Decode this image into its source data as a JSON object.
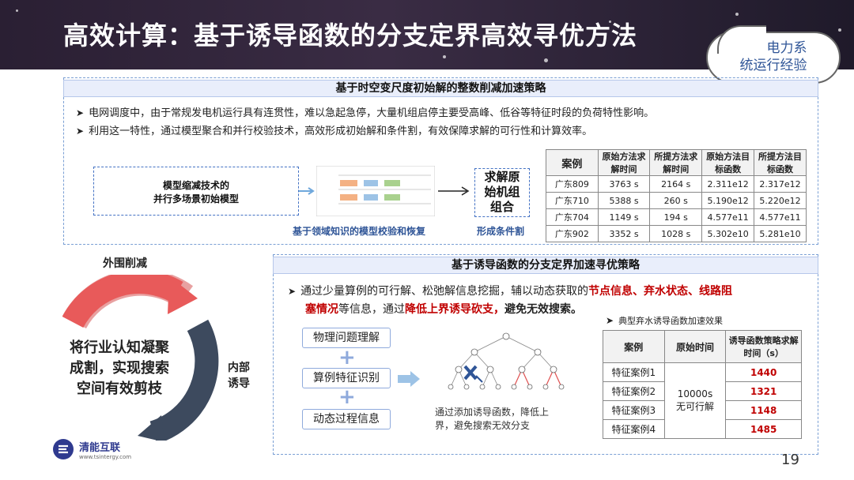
{
  "title": "高效计算：基于诱导函数的分支定界高效寻优方法",
  "cloud": {
    "line1": "基于电力系",
    "line2": "统运行经验"
  },
  "section1": {
    "header": "基于时空变尺度初始解的整数削减加速策略",
    "bullets": [
      "电网调度中，由于常规发电机运行具有连贯性，难以急起急停，大量机组启停主要受高峰、低谷等特征时段的负荷特性影响。",
      "利用这一特性，通过模型聚合和并行校验技术，高效形成初始解和条件割，有效保障求解的可行性和计算效率。"
    ],
    "model_box": {
      "line1": "模型缩减技术的",
      "line2": "并行多场景初始模型"
    },
    "solve_box": {
      "line1": "求解原",
      "line2": "始机组",
      "line3": "组合"
    },
    "caption_left": "基于领域知识的模型校验和恢复",
    "caption_right": "形成条件割",
    "table": {
      "headers": [
        "案例",
        "原始方法求解时间",
        "所提方法求解时间",
        "原始方法目标函数",
        "所提方法目标函数"
      ],
      "rows": [
        [
          "广东809",
          "3763 s",
          "2164 s",
          "2.311e12",
          "2.317e12"
        ],
        [
          "广东710",
          "5388 s",
          "260 s",
          "5.190e12",
          "5.220e12"
        ],
        [
          "广东704",
          "1149 s",
          "194 s",
          "4.577e11",
          "4.577e11"
        ],
        [
          "广东902",
          "3352 s",
          "1028 s",
          "5.302e10",
          "5.281e10"
        ]
      ]
    }
  },
  "section2": {
    "header": "基于诱导函数的分支定界加速寻优策略",
    "bullet_a": "通过少量算例的可行解、松弛解信息挖掘，辅以动态获取的",
    "bullet_a_red": "节点信息、弃水状态、线路阻",
    "bullet_b_red1": "塞情况",
    "bullet_b_mid": "等信息，通过",
    "bullet_b_red2": "降低上界诱导砍支，",
    "bullet_b_end": "避免无效搜索。",
    "steps": [
      "物理问题理解",
      "算例特征识别",
      "动态过程信息"
    ],
    "tree_caption": "通过添加诱导函数，降低上界，避免搜索无效分支",
    "table_note": "典型弃水诱导函数加速效果",
    "table": {
      "headers": [
        "案例",
        "原始时间",
        "诱导函数策略求解时间（s）"
      ],
      "rows": [
        [
          "特征案例1",
          "1440"
        ],
        [
          "特征案例2",
          "1321"
        ],
        [
          "特征案例3",
          "1148"
        ],
        [
          "特征案例4",
          "1485"
        ]
      ],
      "merged": "10000s\n无可行解"
    }
  },
  "left_ring": {
    "top_label": "外围削减",
    "right_label": "内部\n诱导",
    "center": "将行业认知凝聚成割，实现搜索空间有效剪枝"
  },
  "logo": {
    "name": "清能互联",
    "url": "www.tsintergy.com"
  },
  "page_number": "19"
}
